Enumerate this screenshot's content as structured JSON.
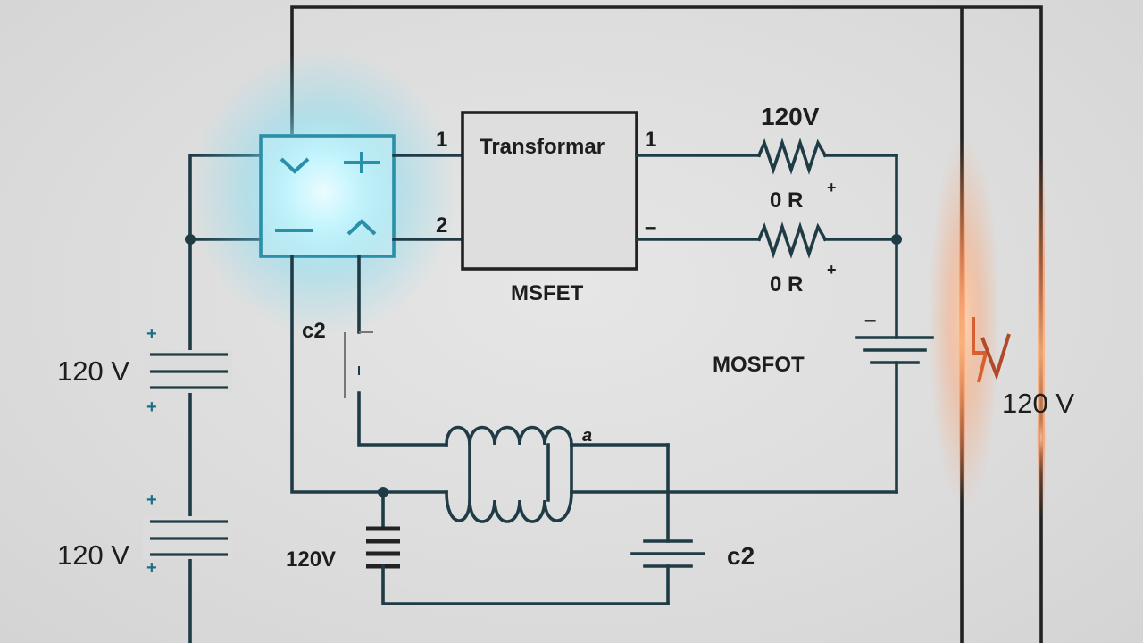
{
  "labels": {
    "bridge_pin_1": "1",
    "bridge_pin_2": "2",
    "transformer": "Transformar",
    "transformer_caption": "MSFET",
    "out_pin_1": "1",
    "out_pin_minus": "–",
    "resistor_top_value": "120V",
    "resistor_top_label": "0  R",
    "resistor_top_sup": "+",
    "resistor_bottom_label": "0  R",
    "resistor_bottom_sup": "+",
    "mosfet_label": "MOSFOT",
    "mosfet_minus": "–",
    "cap_c2_left": "c2",
    "inductor_pin": "a",
    "battery_bottom": "120V",
    "cap_c2_right": "c2",
    "source_top": "120 V",
    "source_bottom": "120 V",
    "plus_sign": "+",
    "rail_voltage": "120 V"
  },
  "colors": {
    "wire": "#1f3b45",
    "glow_blue": "#7fe6ff",
    "glow_orange": "#ff7a3c",
    "background": "#dcdcdc"
  }
}
